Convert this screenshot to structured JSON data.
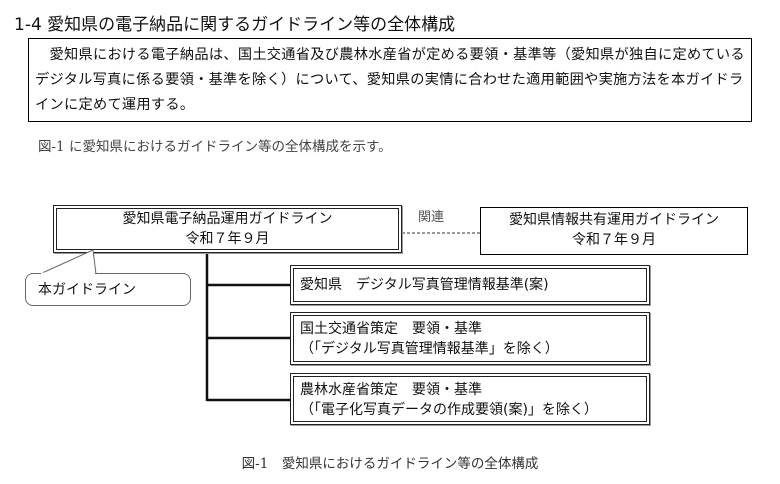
{
  "heading": "1-4 愛知県の電子納品に関するガイドライン等の全体構成",
  "summary": "　愛知県における電子納品は、国土交通省及び農林水産省が定める要領・基準等（愛知県が独自に定めているデジタル写真に係る要領・基準を除く）について、愛知県の実情に合わせた適用範囲や実施方法を本ガイドラインに定めて運用する。",
  "intro": "図-1 に愛知県におけるガイドライン等の全体構成を示す。",
  "diagram": {
    "main": {
      "title": "愛知県電子納品運用ガイドライン",
      "date": "令和７年９月"
    },
    "related_label": "関連",
    "related": {
      "title": "愛知県情報共有運用ガイドライン",
      "date": "令和７年９月"
    },
    "callout": "本ガイドライン",
    "branches": [
      {
        "line1": "愛知県　デジタル写真管理情報基準(案)"
      },
      {
        "line1": "国土交通省策定　要領・基準",
        "line2": "（「デジタル写真管理情報基準」を除く）"
      },
      {
        "line1": "農林水産省策定　要領・基準",
        "line2": "（「電子化写真データの作成要領(案)」を除く）"
      }
    ]
  },
  "caption": "図-1　愛知県におけるガイドライン等の全体構成"
}
